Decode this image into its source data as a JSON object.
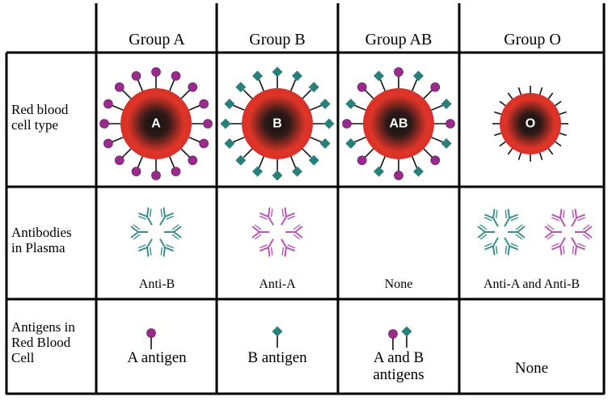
{
  "table": {
    "headers": [
      "Group A",
      "Group B",
      "Group AB",
      "Group O"
    ],
    "row_labels": {
      "rbc": [
        "Red blood",
        "cell type"
      ],
      "antibodies": [
        "Antibodies",
        "in Plasma"
      ],
      "antigens": [
        "Antigens in",
        "Red Blood",
        "Cell"
      ]
    },
    "cell_letters": [
      "A",
      "B",
      "AB",
      "O"
    ],
    "antibody_captions": [
      "Anti-B",
      "Anti-A",
      "None",
      "Anti-A and Anti-B"
    ],
    "antigen_captions": {
      "a": "A antigen",
      "b": "B antigen",
      "ab": [
        "A and B",
        "antigens"
      ],
      "o": "None"
    }
  },
  "colors": {
    "antigen_a": "#9b2a8e",
    "antigen_b": "#2b7f7a",
    "antibody_anti_a": "#b657b3",
    "antibody_anti_b": "#3a8f8c",
    "cell_red": "#e03428",
    "cell_core": "#1a1414",
    "grid": "#000000"
  },
  "icons": {
    "antigen_a": "purple-circle-on-stalk",
    "antigen_b": "teal-diamond-on-stalk",
    "antigen_o": "bare-stalk",
    "antibody": "y-shaped-antibody-cluster"
  }
}
